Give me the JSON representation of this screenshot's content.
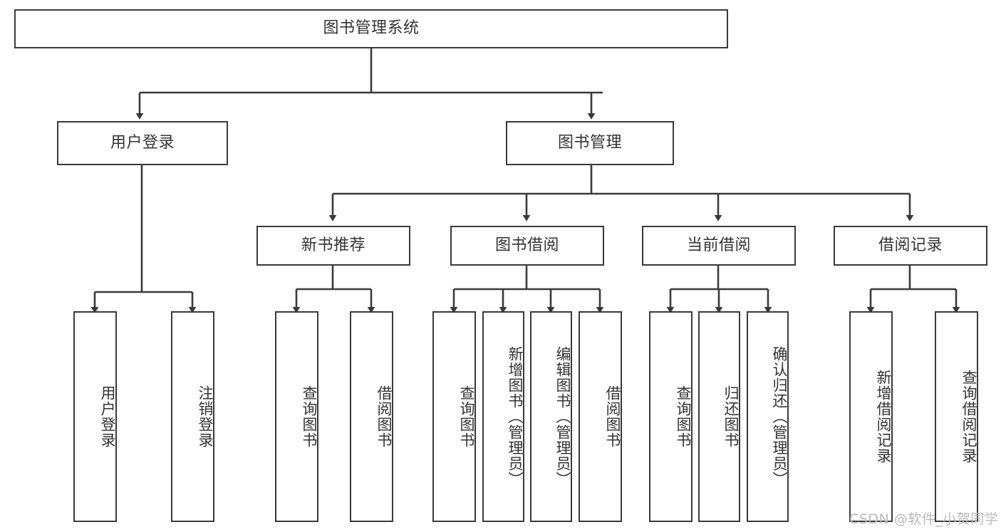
{
  "diagram": {
    "title": "图书管理系统",
    "type": "tree",
    "colors": {
      "border": "#3a3a3a",
      "text": "#333333",
      "background": "#ffffff",
      "watermark": "#b9b9b9"
    },
    "root": {
      "label": "图书管理系统"
    },
    "level2": [
      {
        "label": "用户登录"
      },
      {
        "label": "图书管理"
      }
    ],
    "level3": [
      {
        "label": "新书推荐"
      },
      {
        "label": "图书借阅"
      },
      {
        "label": "当前借阅"
      },
      {
        "label": "借阅记录"
      }
    ],
    "leaves": {
      "user_login": [
        {
          "label": "用户登录"
        },
        {
          "label": "注销登录"
        }
      ],
      "new_book": [
        {
          "label": "查询图书"
        },
        {
          "label": "借阅图书"
        }
      ],
      "book_borrow": [
        {
          "label": "查询图书"
        },
        {
          "label": "新增图书（管理员）"
        },
        {
          "label": "编辑图书（管理员）"
        },
        {
          "label": "借阅图书"
        }
      ],
      "current_borrow": [
        {
          "label": "查询图书"
        },
        {
          "label": "归还图书"
        },
        {
          "label": "确认归还（管理员）"
        }
      ],
      "borrow_record": [
        {
          "label": "新增借阅记录"
        },
        {
          "label": "查询借阅记录"
        }
      ]
    }
  },
  "watermark": {
    "text": "CSDN @软件_小贺同学"
  }
}
